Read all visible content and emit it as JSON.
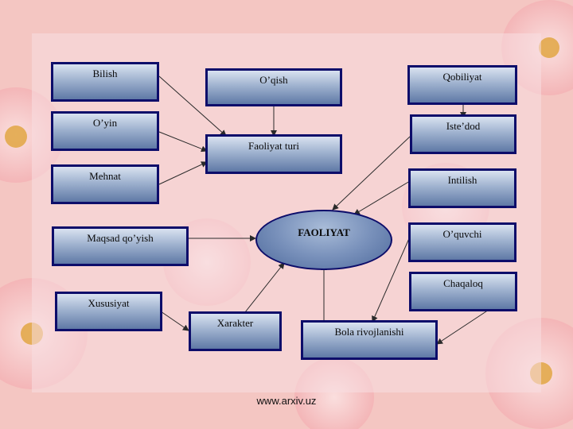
{
  "colors": {
    "box_border": "#0d0d6a",
    "box_fill_top": "#d9e2f0",
    "box_fill_bottom": "#5f79a6",
    "background": "#f3c9c4",
    "arrow": "#2a2a2a"
  },
  "hub": {
    "label": "FAOLIYAT"
  },
  "nodes": {
    "bilish": "Bilish",
    "oqish": "O’qish",
    "qobiliyat": "Qobiliyat",
    "oyin": "O’yin",
    "faoliyat_turi": "Faoliyat turi",
    "istedod": "Iste’dod",
    "mehnat": "Mehnat",
    "intilish": "Intilish",
    "maqsad": "Maqsad qo’yish",
    "oquvchi": "O’quvchi",
    "chaqaloq": "Chaqaloq",
    "xususiyat": "Xususiyat",
    "xarakter": "Xarakter",
    "bola": "Bola rivojlanishi"
  },
  "footer": {
    "url": "www.arxiv.uz"
  }
}
